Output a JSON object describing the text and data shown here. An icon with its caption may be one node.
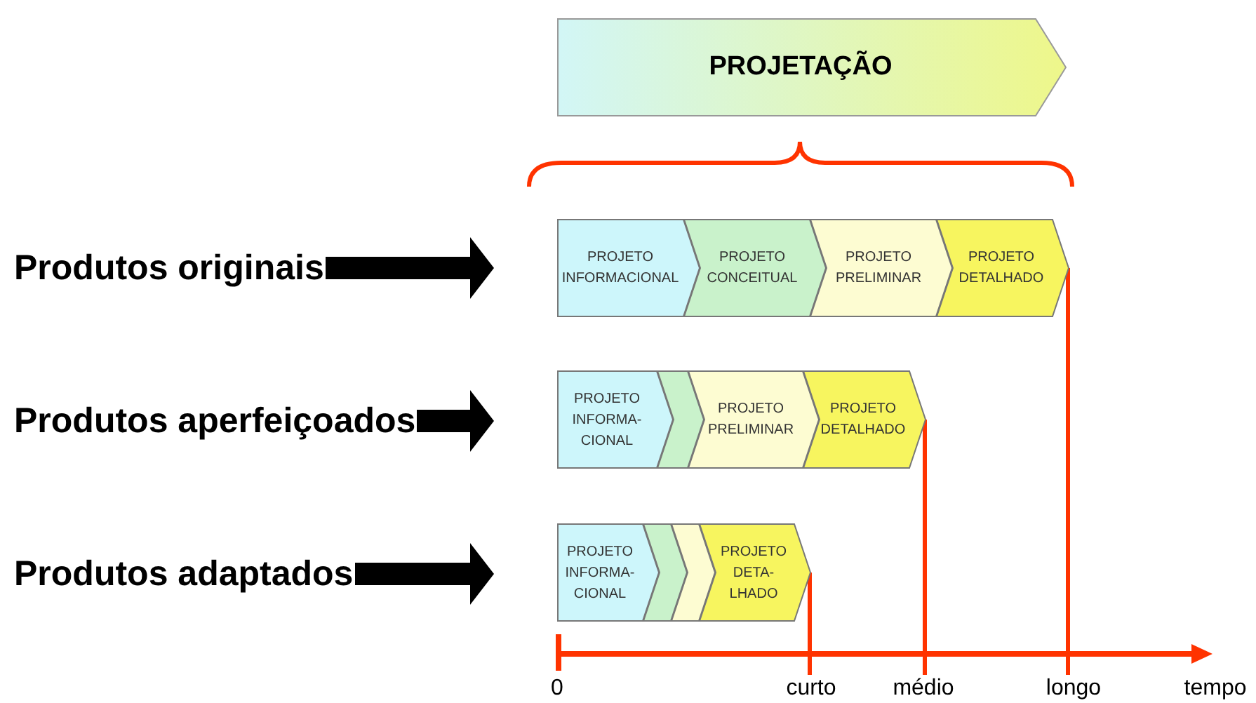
{
  "diagram": {
    "nodes": [
      {
        "text": [
          "PROJETAÇÃO"
        ]
      },
      {
        "text": [
          "Produtos originais"
        ]
      },
      {
        "text": [
          "PROJETO INFORMACIONAL"
        ]
      },
      {
        "text": [
          "PROJETO CONCEITUAL"
        ]
      },
      {
        "text": [
          "PROJETO PRELIMINAR"
        ]
      },
      {
        "text": [
          "PROJETO DETALHADO"
        ]
      },
      {
        "text": [
          "Produtos aperfeiçoados"
        ]
      },
      {
        "text": [
          "PROJETO INFORMA- CIONAL"
        ]
      },
      {
        "text": [],
        "shape": "chevron"
      },
      {
        "text": [
          "PROJETO PRELIMINAR"
        ]
      },
      {
        "text": [
          "PROJETO DETALHADO"
        ]
      },
      {
        "text": [
          "Produtos adaptados"
        ]
      },
      {
        "text": [
          "PROJETO INFORMA- CIONAL"
        ]
      },
      {
        "text": [],
        "shape": "chevron"
      },
      {
        "text": [],
        "shape": "chevron"
      },
      {
        "text": [
          "PROJETO DETA- LHADO"
        ]
      },
      {
        "text": [
          "curto"
        ]
      },
      {
        "text": [
          "médio"
        ]
      },
      {
        "text": [
          "longo"
        ]
      }
    ],
    "edges": [
      {
        "from": 1,
        "to": 2,
        "arrow": "to",
        "style": "thick"
      },
      {
        "from": 6,
        "to": 7,
        "arrow": "to",
        "style": "thick"
      },
      {
        "from": 11,
        "to": 12,
        "arrow": "to",
        "style": "thick"
      },
      {
        "from": 5,
        "to": 18,
        "arrow": "none",
        "color": "#ff3300"
      },
      {
        "from": 10,
        "to": 17,
        "arrow": "none",
        "color": "#ff3300"
      },
      {
        "from": 15,
        "to": 16,
        "arrow": "none",
        "color": "#ff3300"
      }
    ],
    "labels": [
      "0",
      "tempo"
    ]
  }
}
